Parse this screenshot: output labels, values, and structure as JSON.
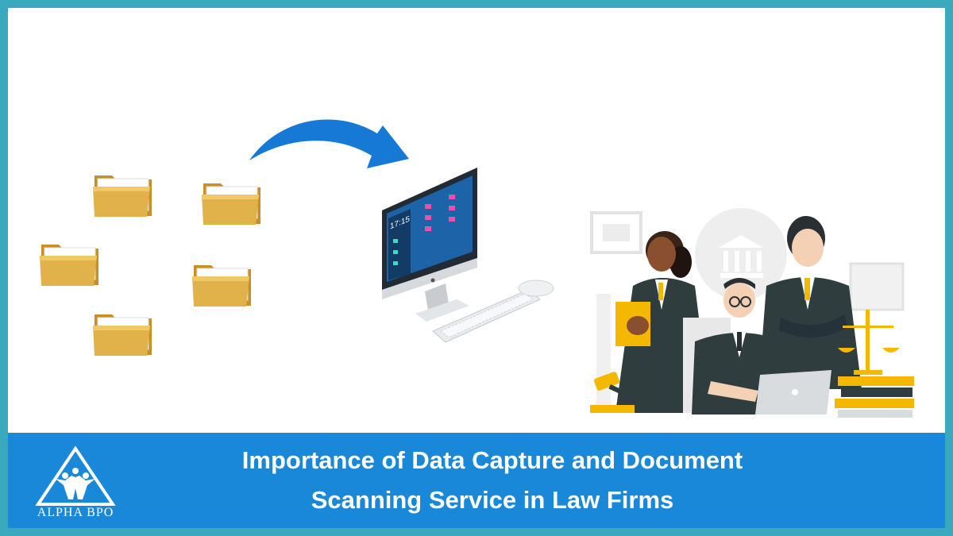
{
  "banner": {
    "title_line1": "Importance of Data Capture and Document",
    "title_line2": "Scanning Service in Law Firms"
  },
  "logo": {
    "brand": "ALPHA BPO",
    "icon": "alpha-bpo-logo-icon"
  },
  "illustration": {
    "folders": 5,
    "monitor_time": "17:15",
    "icons": [
      "folder-icon",
      "curved-arrow-icon",
      "computer-icon",
      "keyboard-icon",
      "mouse-icon",
      "lawyer-team-illustration",
      "courthouse-icon",
      "scales-of-justice-icon",
      "gavel-icon",
      "laptop-icon"
    ]
  },
  "colors": {
    "frame": "#3aa9be",
    "banner": "#1a88d9",
    "arrow": "#1779d6",
    "folder": "#d9a83a",
    "accent_yellow": "#f5b800",
    "suit": "#2f3d3f"
  }
}
